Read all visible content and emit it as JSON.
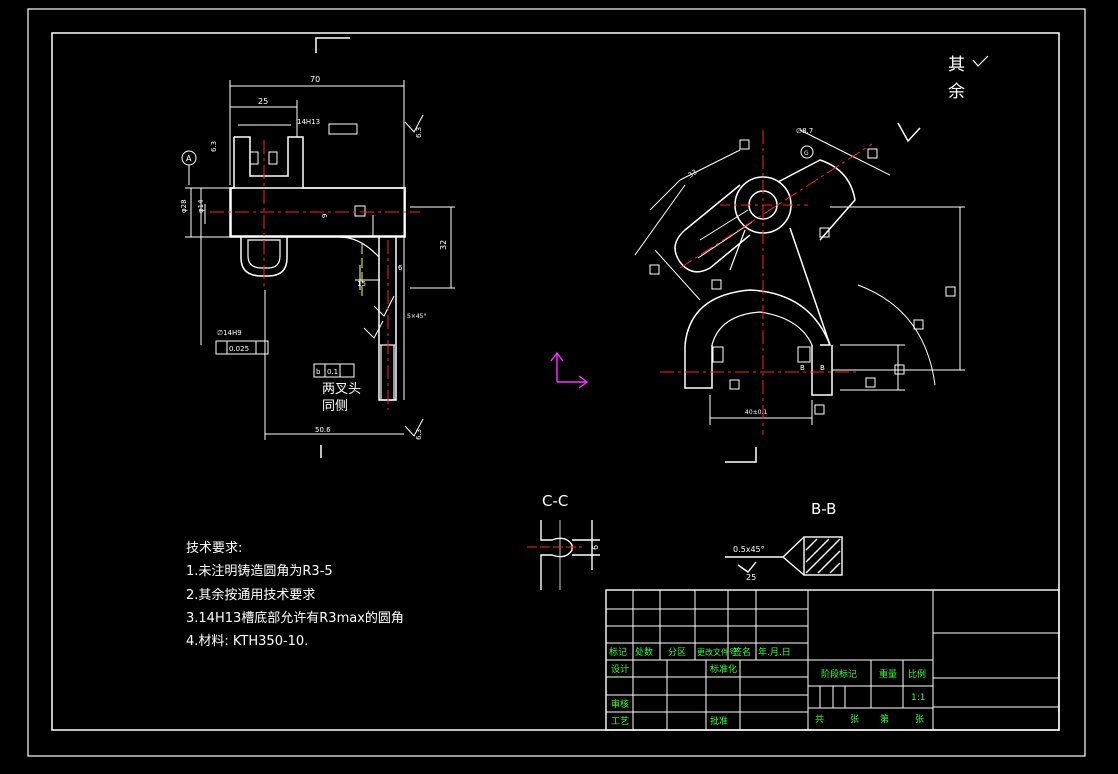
{
  "drawing": {
    "rest_mark": "其",
    "rest_mark2": "余",
    "dims_left": {
      "d70": "70",
      "d25": "25",
      "d14h13": "14H13",
      "phi28": "φ28",
      "phi14": "φ14",
      "d9": "9",
      "d32": "32",
      "d15": "15",
      "d6": "6",
      "d5_45": "5×45°",
      "d63": "6.3",
      "d50": "50.6",
      "hole": "∅14H9",
      "tol": "0.025",
      "fork_note1": "两叉头",
      "fork_note2": "同侧",
      "datum_a": "A",
      "d01": "0.1",
      "b_label": "b"
    },
    "dims_right": {
      "d33": "33",
      "phi87": "∅8.7",
      "d40": "40±0.1",
      "b_mark": "B",
      "g_mark": "G"
    },
    "section_cc": "C-C",
    "section_bb": "B-B",
    "bb_chamfer": "0.5x45°",
    "bb_rough": "25",
    "cc_dim": "6"
  },
  "tech_requirements": {
    "title": "技术要求:",
    "items": [
      "1.未注明铸造圆角为R3-5",
      "2.其余按通用技术要求",
      "3.14H13槽底部允许有R3max的圆角",
      "4.材料: KTH350-10."
    ]
  },
  "title_block": {
    "headers": [
      "标记",
      "处数",
      "分区",
      "更改文件号",
      "签名",
      "年.月.日"
    ],
    "design": "设计",
    "standardize": "标准化",
    "review": "审核",
    "process": "工艺",
    "approve": "批准",
    "stage_mark": "阶段标记",
    "weight": "重量",
    "scale": "比例",
    "scale_value": "1:1",
    "sheet_total": "共",
    "sheet_word": "张",
    "sheet_no": "第",
    "sheet_word2": "张"
  }
}
